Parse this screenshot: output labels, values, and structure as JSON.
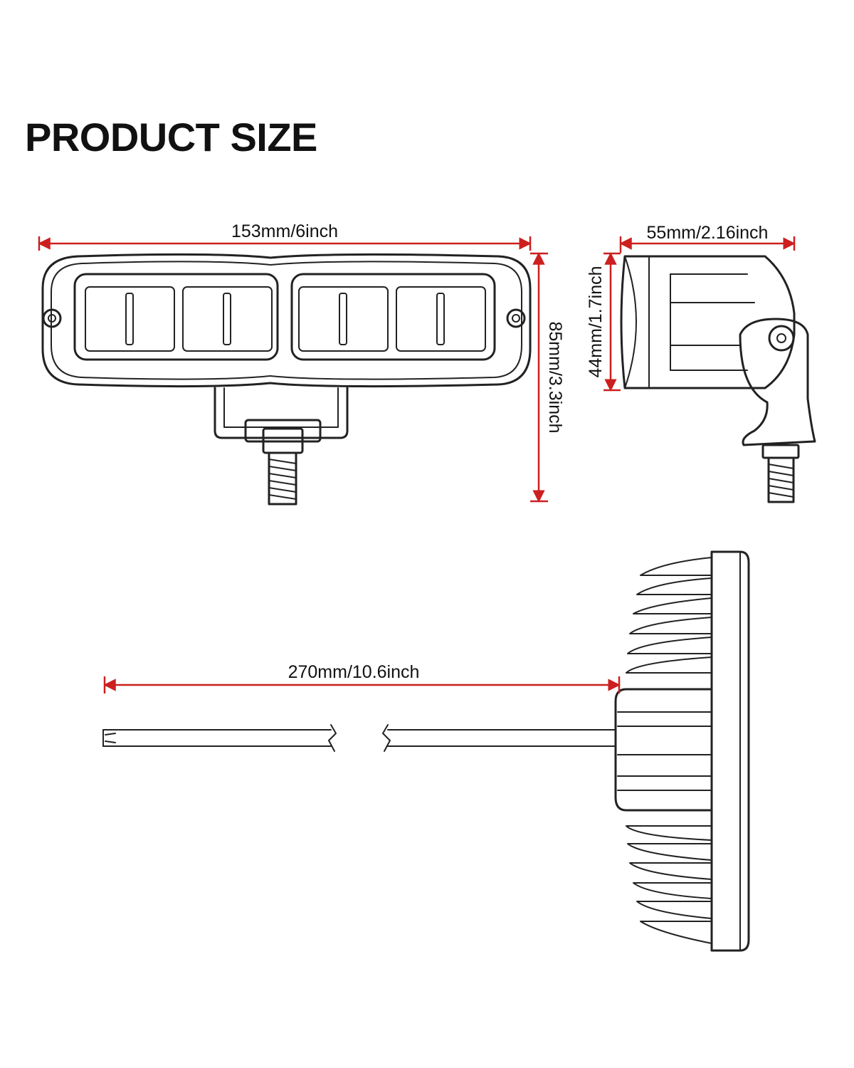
{
  "title": "PRODUCT SIZE",
  "dimensions": {
    "front_width": "153mm/6inch",
    "front_height": "85mm/3.3inch",
    "side_depth": "55mm/2.16inch",
    "side_height": "44mm/1.7inch",
    "cable_length": "270mm/10.6inch"
  },
  "colors": {
    "dimension_line": "#cc1f1f",
    "outline": "#222222",
    "background": "#ffffff"
  }
}
